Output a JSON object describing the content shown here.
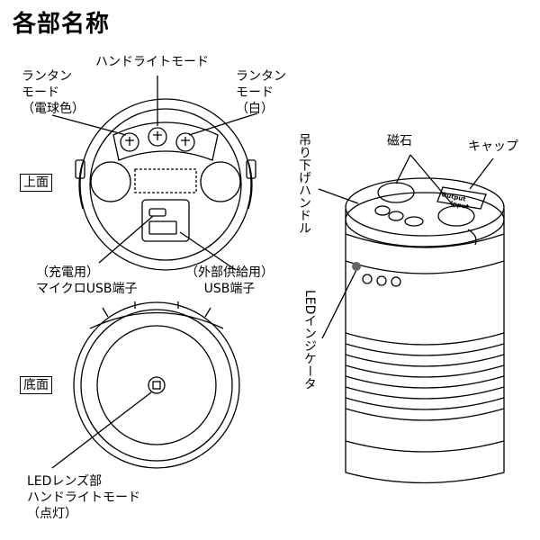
{
  "title": "各部名称",
  "views": {
    "top": "上面",
    "bottom": "底面"
  },
  "labels": {
    "lantern_bulb_1": "ランタン",
    "lantern_bulb_2": "モード",
    "lantern_bulb_3": "（電球色）",
    "handlight_mode": "ハンドライトモード",
    "lantern_white_1": "ランタン",
    "lantern_white_2": "モード",
    "lantern_white_3": "（白）",
    "micro_usb_1": "（充電用）",
    "micro_usb_2": "マイクロUSB端子",
    "usb_out_1": "（外部供給用）",
    "usb_out_2": "USB端子",
    "led_lens_1": "LEDレンズ部",
    "led_lens_2": "ハンドライトモード",
    "led_lens_3": "（点灯）",
    "magnet": "磁石",
    "cap": "キャップ",
    "handle": "吊り下げハンドル",
    "indicator": "LEDインジケータ"
  },
  "cap_text": {
    "line1": "Output",
    "line2": "Input"
  }
}
